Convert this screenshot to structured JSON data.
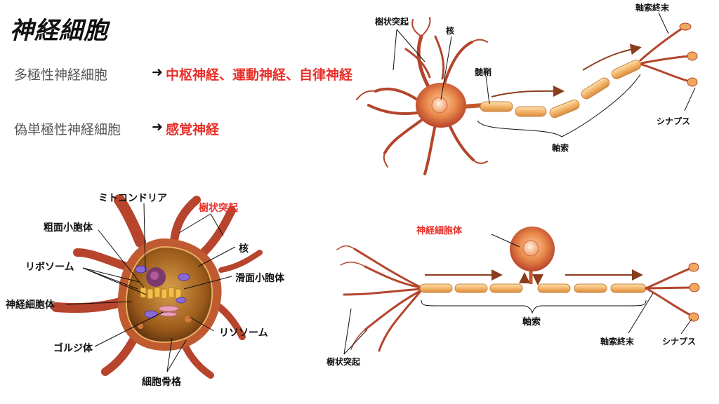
{
  "title": "神経細胞",
  "rows": [
    {
      "name": "多極性神経細胞",
      "arrow": "➜",
      "value": "中枢神経、運動神経、自律神経"
    },
    {
      "name": "偽単極性神経細胞",
      "arrow": "➜",
      "value": "感覚神経"
    }
  ],
  "diagram_a": {
    "dendrite": "樹状突起",
    "nucleus": "核",
    "myelin": "髄鞘",
    "axon": "軸索",
    "axon_terminal": "軸索終末",
    "synapse": "シナプス"
  },
  "diagram_b": {
    "mitochondria": "ミトコンドリア",
    "dendrite": "樹状突起",
    "rough_er": "粗面小胞体",
    "nucleus": "核",
    "ribosome": "リボソーム",
    "smooth_er": "滑面小胞体",
    "cell_body": "神経細胞体",
    "lysosome": "リソソーム",
    "golgi": "ゴルジ体",
    "cytoskeleton": "細胞骨格"
  },
  "diagram_c": {
    "cell_body": "神経細胞体",
    "axon": "軸索",
    "dendrite": "樹状突起",
    "axon_terminal": "軸索終末",
    "synapse": "シナプス"
  },
  "colors": {
    "accent_red": "#e8302a",
    "neuron_brown": "#a8432a",
    "myelin_orange": "#f3b56a",
    "arrow_brown": "#8a3d1c"
  }
}
